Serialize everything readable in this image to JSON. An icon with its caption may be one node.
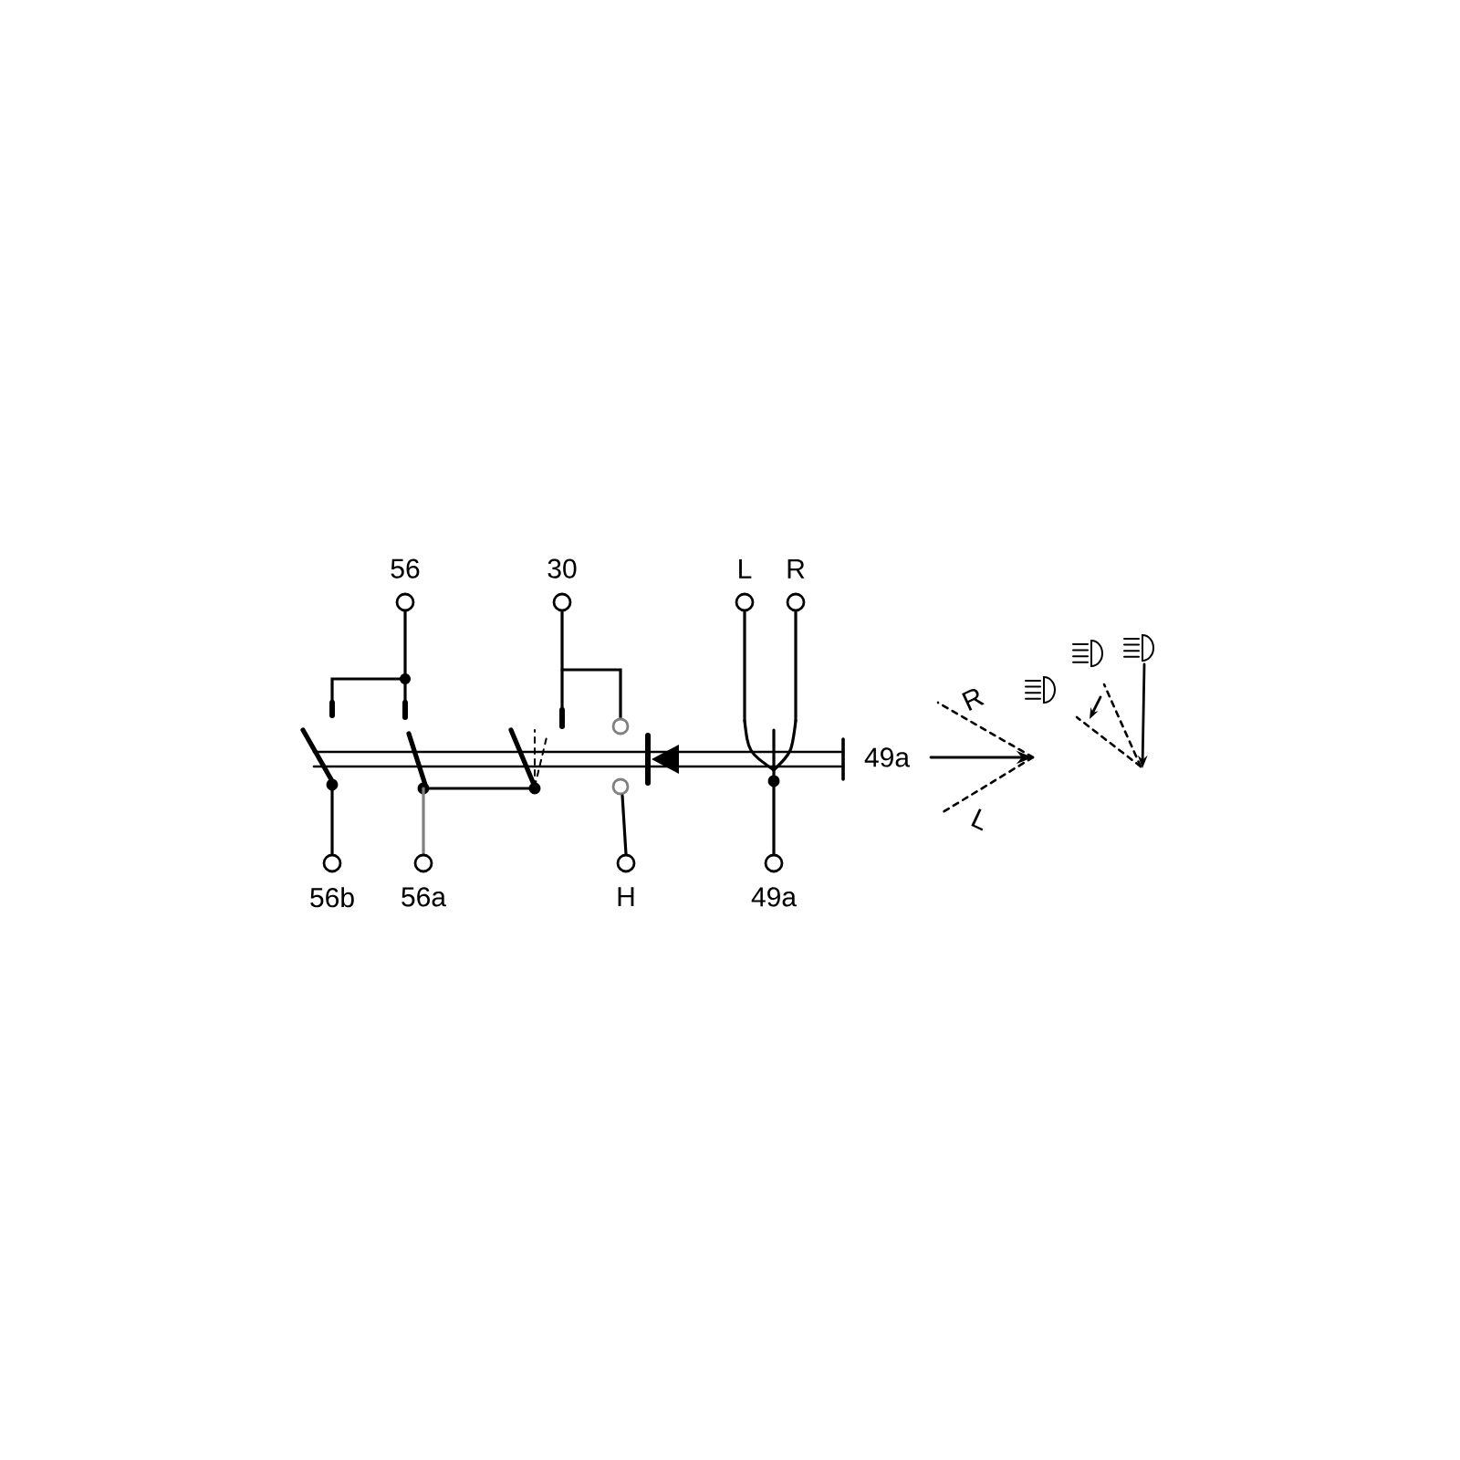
{
  "diagram": {
    "nodes": [
      {
        "text": [
          "56"
        ]
      },
      {
        "text": [
          "30"
        ]
      },
      {
        "text": [
          "L"
        ]
      },
      {
        "text": [
          "R"
        ]
      },
      {
        "text": [
          "56b"
        ]
      },
      {
        "text": [
          "56a"
        ]
      },
      {
        "text": [
          "H"
        ]
      },
      {
        "text": [
          "49a"
        ]
      }
    ],
    "labels": [
      "49a",
      "R",
      "L"
    ]
  }
}
